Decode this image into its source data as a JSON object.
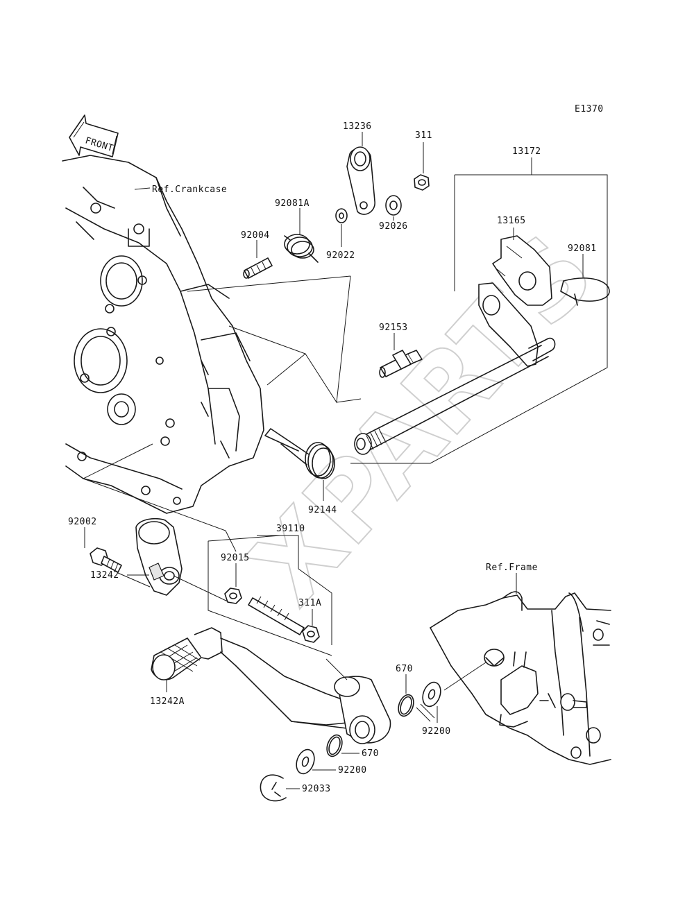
{
  "diagram_code": "E1370",
  "front_arrow_label": "FRONT",
  "watermark": "XPARTS",
  "references": {
    "crankcase": "Ref.Crankcase",
    "frame": "Ref.Frame"
  },
  "parts": {
    "p13236": "13236",
    "p311": "311",
    "p13172": "13172",
    "p92081A": "92081A",
    "p92004": "92004",
    "p92022": "92022",
    "p92026": "92026",
    "p13165": "13165",
    "p92081": "92081",
    "p92153": "92153",
    "p92144": "92144",
    "p92002": "92002",
    "p39110": "39110",
    "p92015": "92015",
    "p13242": "13242",
    "p311A": "311A",
    "p670a": "670",
    "p13242A": "13242A",
    "p92200a": "92200",
    "p670b": "670",
    "p92200b": "92200",
    "p92033": "92033"
  }
}
